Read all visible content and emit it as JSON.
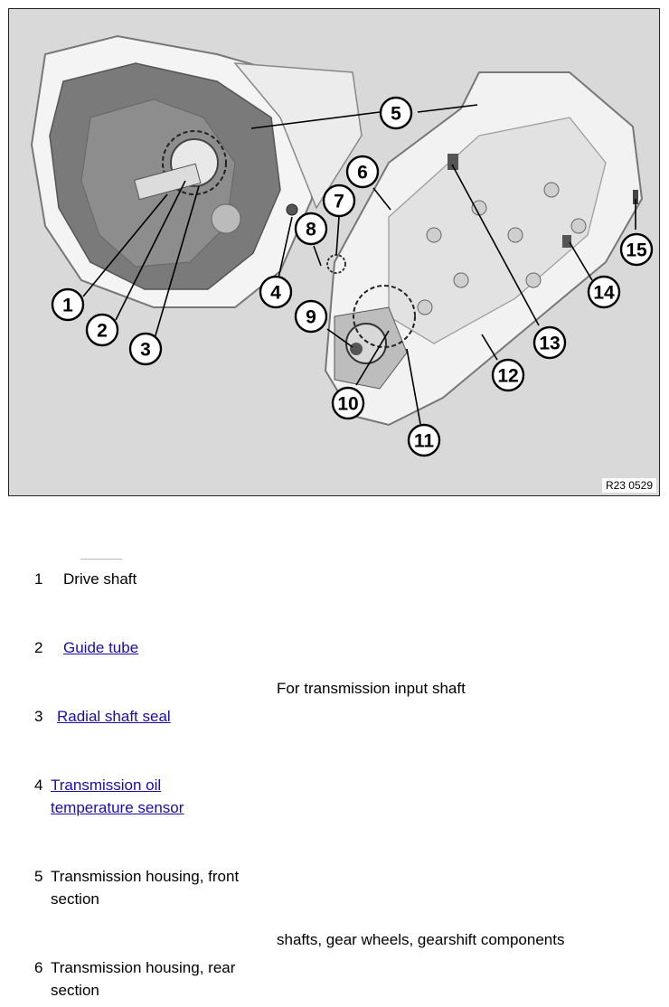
{
  "figure": {
    "code": "R23 0529",
    "callouts": [
      "1",
      "2",
      "3",
      "4",
      "5",
      "6",
      "7",
      "8",
      "9",
      "10",
      "11",
      "12",
      "13",
      "14",
      "15"
    ]
  },
  "legend": {
    "items": [
      {
        "num": "1",
        "label": "Drive shaft"
      },
      {
        "num": "2",
        "label": "Guide tube"
      },
      {
        "num": "3",
        "label": "Radial shaft seal"
      },
      {
        "num": "4",
        "label": "Transmission oil temperature sensor"
      },
      {
        "num": "5",
        "label": "Transmission housing, front section"
      },
      {
        "num": "6",
        "label": "Transmission housing, rear section"
      }
    ],
    "notes": {
      "input_shaft": "For transmission input shaft",
      "shafts": "shafts, gear wheels, gearshift components"
    }
  }
}
